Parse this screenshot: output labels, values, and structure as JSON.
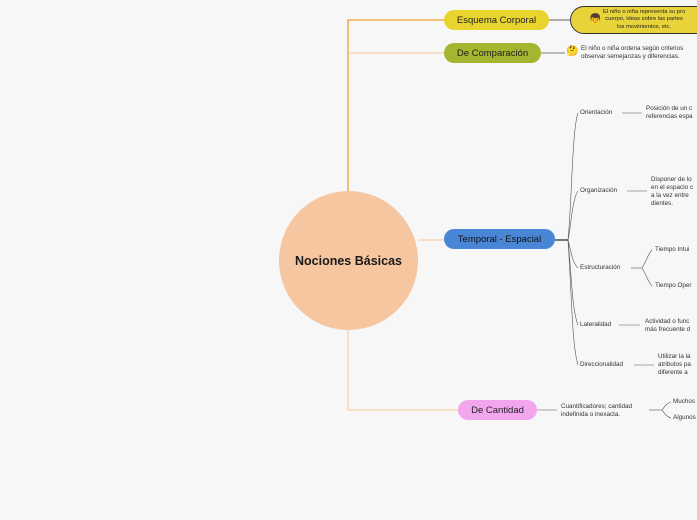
{
  "center": {
    "label": "Nociones Básicas"
  },
  "branches": {
    "esquema": {
      "label": "Esquema Corporal",
      "color": "#e8d42c",
      "note_icon": "person-emoji-icon",
      "note_lines": [
        "El niño o niña representa su pro",
        "cuerpo, ideas sobre las partes",
        "los movimientos, etc."
      ]
    },
    "comparacion": {
      "label": "De Comparación",
      "color": "#a4b52f",
      "note_icon": "thinking-emoji-icon",
      "note_lines": [
        "El niño o niña ordena según criterios",
        "observar semejanzas y diferencias."
      ]
    },
    "temporal": {
      "label": "Temporal - Espacial",
      "color": "#4a86d6",
      "children": [
        {
          "label": "Orientación",
          "desc": [
            "Posición de un c",
            "referencias espa"
          ]
        },
        {
          "label": "Organización",
          "desc": [
            "Disponer de lo",
            "en el espacio c",
            "a la vez entre",
            "dientes."
          ]
        },
        {
          "label": "Estructuración",
          "desc": [],
          "sub": [
            "Tiempo Intui",
            "Tiempo Oper"
          ]
        },
        {
          "label": "Lateralidad",
          "desc": [
            "Actividad o func",
            "más frecuente d"
          ]
        },
        {
          "label": "Direccionalidad",
          "desc": [
            "Utilizar la la",
            "atributos pa",
            "diferente a"
          ]
        }
      ]
    },
    "cantidad": {
      "label": "De Cantidad",
      "color": "#f2a6ee",
      "desc": [
        "Cuantificadores; cantidad",
        "indefinida o inexacta."
      ],
      "sub": [
        "Muchos",
        "Algunos"
      ]
    }
  },
  "colors": {
    "background": "#f7f7f7",
    "center": "#f5c6a0",
    "main_line": "#f0a030",
    "branch_line": "#f5c9a0",
    "detail_line": "#555555"
  }
}
